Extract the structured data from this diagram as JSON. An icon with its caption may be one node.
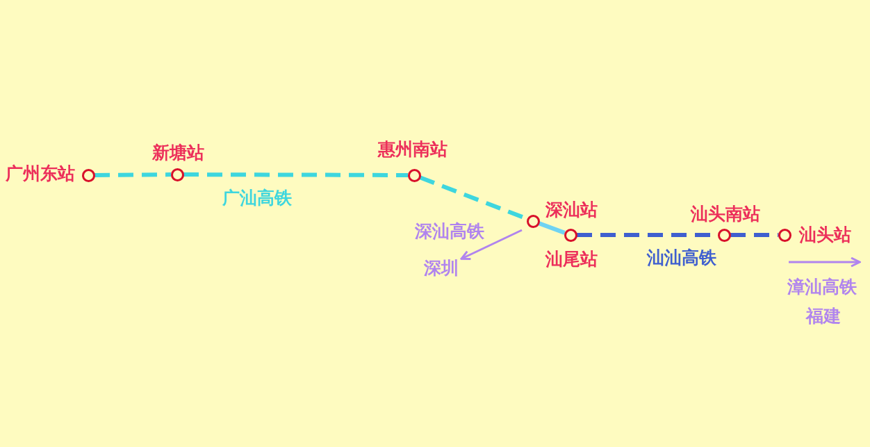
{
  "diagram": {
    "nodes": [
      {
        "text": [
          "广州东站"
        ]
      },
      {
        "text": [
          "新塘站"
        ]
      },
      {
        "text": [
          "惠州南站"
        ]
      },
      {
        "text": [
          "深汕站"
        ]
      },
      {
        "text": [
          "汕尾站"
        ]
      },
      {
        "text": [
          "汕头南站"
        ]
      },
      {
        "text": [
          "汕头站"
        ]
      },
      {
        "text": [
          "深圳"
        ]
      }
    ],
    "edges": [
      {
        "from": 0,
        "to": 1,
        "arrow": "none",
        "style": "dashed",
        "color": "#3ed6de"
      },
      {
        "from": 1,
        "to": 2,
        "arrow": "none",
        "style": "dashed",
        "color": "#3ed6de",
        "label": "广汕高铁"
      },
      {
        "from": 2,
        "to": 3,
        "arrow": "none",
        "style": "dashed",
        "color": "#3ed6de"
      },
      {
        "from": 3,
        "to": 4,
        "arrow": "none",
        "color": "#6fd3f2"
      },
      {
        "from": 4,
        "to": 5,
        "arrow": "none",
        "style": "dashed",
        "color": "#3f5fcf",
        "label": "汕汕高铁"
      },
      {
        "from": 5,
        "to": 6,
        "arrow": "none",
        "style": "dashed",
        "color": "#3f5fcf"
      },
      {
        "from": 3,
        "to": 7,
        "arrow": "to",
        "color": "#b084ee",
        "label": "深汕高铁"
      }
    ],
    "labels": [
      "漳汕高铁",
      "福建"
    ]
  }
}
